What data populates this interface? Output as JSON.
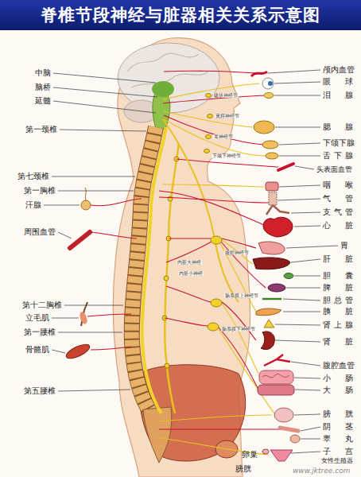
{
  "diagram": {
    "title": "脊椎节段神经与脏器相关关系示意图",
    "labels": [
      "中脑",
      "脑桥",
      "延髓",
      "第一颈椎",
      "第七颈椎",
      "第一胸椎",
      "汗腺",
      "周围血管",
      "第十二胸椎",
      "立毛肌",
      "第一腰椎",
      "骨骼肌",
      "第五腰椎",
      "颅内血管",
      "眼球",
      "泪腺",
      "腮腺",
      "下颌下腺",
      "舌下腺",
      "头表面血管",
      "咽喉",
      "气管",
      "支气管",
      "心脏",
      "胃",
      "肝脏",
      "胆囊",
      "脾脏",
      "胆总管",
      "胰脏",
      "肾上腺",
      "肾脏",
      "腹腔血管",
      "小肠",
      "大肠",
      "膀胱",
      "阴茎",
      "睾丸",
      "子宫",
      "女性生殖器",
      "卵巢",
      "膀胱",
      "www.jktree.com",
      "睫状神经节",
      "翼腭神经节",
      "耳神经节",
      "下颌下神经节",
      "内脏大神经",
      "内脏小神经",
      "腹腔神经节",
      "肠系膜上神经节",
      "肠系膜下神经节"
    ]
  }
}
